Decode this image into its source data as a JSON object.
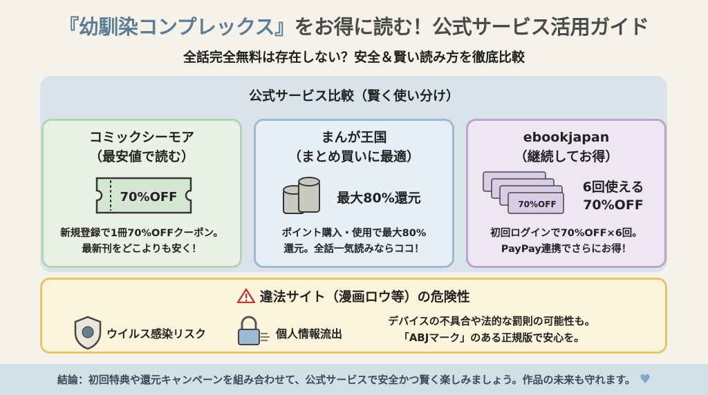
{
  "title": {
    "highlight": "『幼馴染コンプレックス』",
    "rest": "をお得に読む！公式サービス活用ガイド"
  },
  "subtitle": "全話完全無料は存在しない？安全＆賢い読み方を徹底比較",
  "comparison": {
    "heading": "公式サービス比較（賢く使い分け）",
    "cards": [
      {
        "name": "コミックシーモア",
        "tagline": "（最安値で読む）",
        "badge": "70%OFF",
        "desc": [
          "新規登録で1冊70%OFFクーポン。",
          "最新刊をどこよりも安く！"
        ]
      },
      {
        "name": "まんが王国",
        "tagline": "（まとめ買いに最適）",
        "badge": "最大80%還元",
        "desc": [
          "ポイント購入・使用で最大80%",
          "還元。全話一気読みならココ！"
        ]
      },
      {
        "name": "ebookjapan",
        "tagline": "（継続してお得）",
        "coupon": "70%OFF",
        "badge_lines": [
          "6回使える",
          "70%OFF"
        ],
        "desc": [
          "初回ログインで70%OFF×6回。",
          "PayPay連携でさらにお得！"
        ]
      }
    ]
  },
  "warning": {
    "heading": "違法サイト（漫画ロウ等）の危険性",
    "risks": [
      "ウイルス感染リスク",
      "個人情報流出"
    ],
    "note": [
      "デバイスの不具合や法的な罰則の可能性も。",
      "「ABJマーク」のある正規版で安心を。"
    ]
  },
  "conclusion": "結論：初回特典や還元キャンペーンを組み合わせて、公式サービスで安全かつ賢く楽しみましょう。作品の未来も守れます。",
  "colors": {
    "accent": "#5d7c96",
    "green": "#b4d2b6",
    "blue": "#9cbad5",
    "purple": "#b9a5cd",
    "warning": "#e5c569"
  }
}
